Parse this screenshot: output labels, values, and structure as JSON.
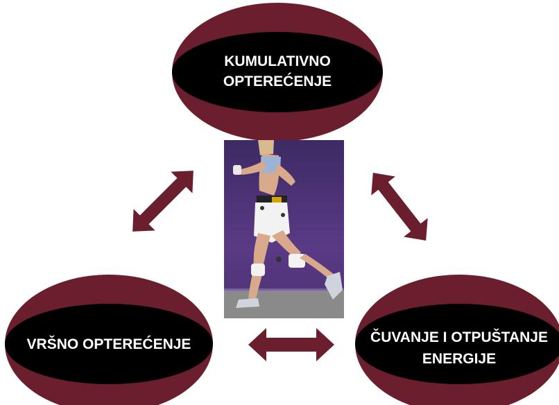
{
  "diagram": {
    "nodes": [
      {
        "id": "top",
        "lines": [
          "KUMULATIVNO",
          "OPTEREĆENJE"
        ]
      },
      {
        "id": "left",
        "lines": [
          "VRŠNO OPTEREĆENJE"
        ]
      },
      {
        "id": "right",
        "lines": [
          "ČUVANJE I OTPUŠTANJE",
          "ENERGIJE"
        ]
      }
    ],
    "arrows": [
      {
        "from": "top",
        "to": "left",
        "bidirectional": true
      },
      {
        "from": "top",
        "to": "right",
        "bidirectional": true
      },
      {
        "from": "left",
        "to": "right",
        "bidirectional": true
      }
    ],
    "photo": {
      "subject": "runner-photo"
    }
  },
  "colors": {
    "ellipse_outer": "#6b1f2e",
    "ellipse_inner": "#000000",
    "arrow": "#6b1f2e",
    "label": "#ffffff",
    "photo_bg": "#4a2f70",
    "floor": "#8a8a8a"
  }
}
